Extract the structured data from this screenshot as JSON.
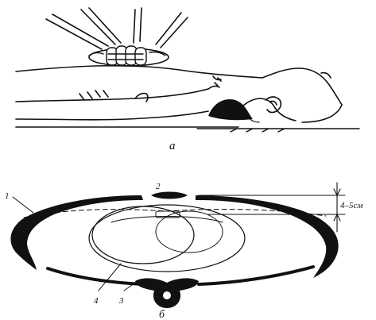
{
  "figure_a": {
    "caption": "а"
  },
  "figure_b": {
    "caption": "б",
    "callouts": [
      {
        "id": "1",
        "text": "1"
      },
      {
        "id": "2",
        "text": "2"
      },
      {
        "id": "3",
        "text": "3"
      },
      {
        "id": "4",
        "text": "4"
      }
    ],
    "dimension_label": "4–5см"
  },
  "colors": {
    "ink": "#111111",
    "background": "#ffffff"
  }
}
